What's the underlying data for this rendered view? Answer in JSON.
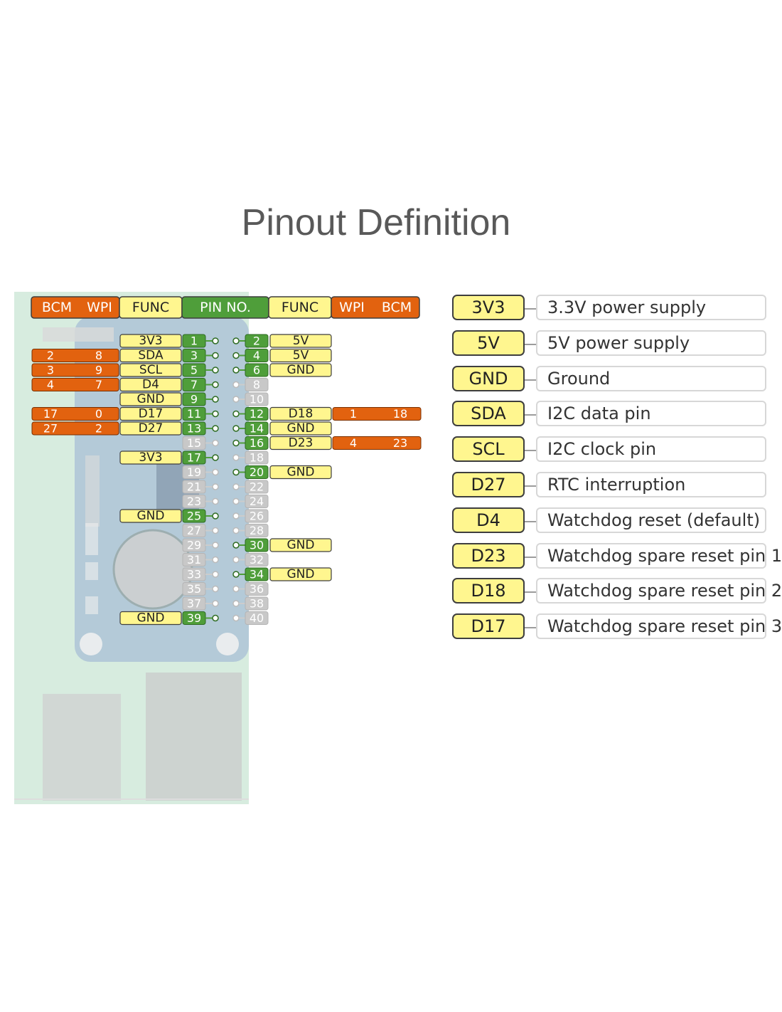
{
  "title": "Pinout Definition",
  "header": [
    {
      "text": "BCM",
      "style": "orange"
    },
    {
      "text": "WPI",
      "style": "orange"
    },
    {
      "text": "FUNC",
      "style": "yellow"
    },
    {
      "text": "PIN NO.",
      "style": "green"
    },
    {
      "text": "FUNC",
      "style": "yellow"
    },
    {
      "text": "WPI",
      "style": "orange"
    },
    {
      "text": "BCM",
      "style": "orange"
    }
  ],
  "left_pins": [
    {
      "pin": "1",
      "func": "3V3",
      "wpi": "",
      "bcm": ""
    },
    {
      "pin": "3",
      "func": "SDA",
      "wpi": "8",
      "bcm": "2"
    },
    {
      "pin": "5",
      "func": "SCL",
      "wpi": "9",
      "bcm": "3"
    },
    {
      "pin": "7",
      "func": "D4",
      "wpi": "7",
      "bcm": "4"
    },
    {
      "pin": "9",
      "func": "GND",
      "wpi": "",
      "bcm": ""
    },
    {
      "pin": "11",
      "func": "D17",
      "wpi": "0",
      "bcm": "17"
    },
    {
      "pin": "13",
      "func": "D27",
      "wpi": "2",
      "bcm": "27"
    },
    {
      "pin": "15",
      "func": "",
      "wpi": "",
      "bcm": ""
    },
    {
      "pin": "17",
      "func": "3V3",
      "wpi": "",
      "bcm": ""
    },
    {
      "pin": "19",
      "func": "",
      "wpi": "",
      "bcm": ""
    },
    {
      "pin": "21",
      "func": "",
      "wpi": "",
      "bcm": ""
    },
    {
      "pin": "23",
      "func": "",
      "wpi": "",
      "bcm": ""
    },
    {
      "pin": "25",
      "func": "GND",
      "wpi": "",
      "bcm": ""
    },
    {
      "pin": "27",
      "func": "",
      "wpi": "",
      "bcm": ""
    },
    {
      "pin": "29",
      "func": "",
      "wpi": "",
      "bcm": ""
    },
    {
      "pin": "31",
      "func": "",
      "wpi": "",
      "bcm": ""
    },
    {
      "pin": "33",
      "func": "",
      "wpi": "",
      "bcm": ""
    },
    {
      "pin": "35",
      "func": "",
      "wpi": "",
      "bcm": ""
    },
    {
      "pin": "37",
      "func": "",
      "wpi": "",
      "bcm": ""
    },
    {
      "pin": "39",
      "func": "GND",
      "wpi": "",
      "bcm": ""
    }
  ],
  "right_pins": [
    {
      "pin": "2",
      "func": "5V",
      "wpi": "",
      "bcm": ""
    },
    {
      "pin": "4",
      "func": "5V",
      "wpi": "",
      "bcm": ""
    },
    {
      "pin": "6",
      "func": "GND",
      "wpi": "",
      "bcm": ""
    },
    {
      "pin": "8",
      "func": "",
      "wpi": "",
      "bcm": ""
    },
    {
      "pin": "10",
      "func": "",
      "wpi": "",
      "bcm": ""
    },
    {
      "pin": "12",
      "func": "D18",
      "wpi": "1",
      "bcm": "18"
    },
    {
      "pin": "14",
      "func": "GND",
      "wpi": "",
      "bcm": ""
    },
    {
      "pin": "16",
      "func": "D23",
      "wpi": "4",
      "bcm": "23"
    },
    {
      "pin": "18",
      "func": "",
      "wpi": "",
      "bcm": ""
    },
    {
      "pin": "20",
      "func": "GND",
      "wpi": "",
      "bcm": ""
    },
    {
      "pin": "22",
      "func": "",
      "wpi": "",
      "bcm": ""
    },
    {
      "pin": "24",
      "func": "",
      "wpi": "",
      "bcm": ""
    },
    {
      "pin": "26",
      "func": "",
      "wpi": "",
      "bcm": ""
    },
    {
      "pin": "28",
      "func": "",
      "wpi": "",
      "bcm": ""
    },
    {
      "pin": "30",
      "func": "GND",
      "wpi": "",
      "bcm": ""
    },
    {
      "pin": "32",
      "func": "",
      "wpi": "",
      "bcm": ""
    },
    {
      "pin": "34",
      "func": "GND",
      "wpi": "",
      "bcm": ""
    },
    {
      "pin": "36",
      "func": "",
      "wpi": "",
      "bcm": ""
    },
    {
      "pin": "38",
      "func": "",
      "wpi": "",
      "bcm": ""
    },
    {
      "pin": "40",
      "func": "",
      "wpi": "",
      "bcm": ""
    }
  ],
  "legend": [
    {
      "code": "3V3",
      "desc": "3.3V power supply"
    },
    {
      "code": "5V",
      "desc": "5V power supply"
    },
    {
      "code": "GND",
      "desc": "Ground"
    },
    {
      "code": "SDA",
      "desc": "I2C data pin"
    },
    {
      "code": "SCL",
      "desc": "I2C clock pin"
    },
    {
      "code": "D27",
      "desc": "RTC interruption"
    },
    {
      "code": "D4",
      "desc": "Watchdog reset (default)"
    },
    {
      "code": "D23",
      "desc": "Watchdog spare reset pin 1"
    },
    {
      "code": "D18",
      "desc": "Watchdog spare reset pin 2"
    },
    {
      "code": "D17",
      "desc": "Watchdog spare reset pin 3"
    }
  ],
  "colors": {
    "orange": "#e2620f",
    "yellow": "#fff68f",
    "green": "#4f9e3a",
    "gray_pin": "#c8c8c8",
    "board_green": "#b7dcc4",
    "hat_blue": "#a8bfd6"
  }
}
